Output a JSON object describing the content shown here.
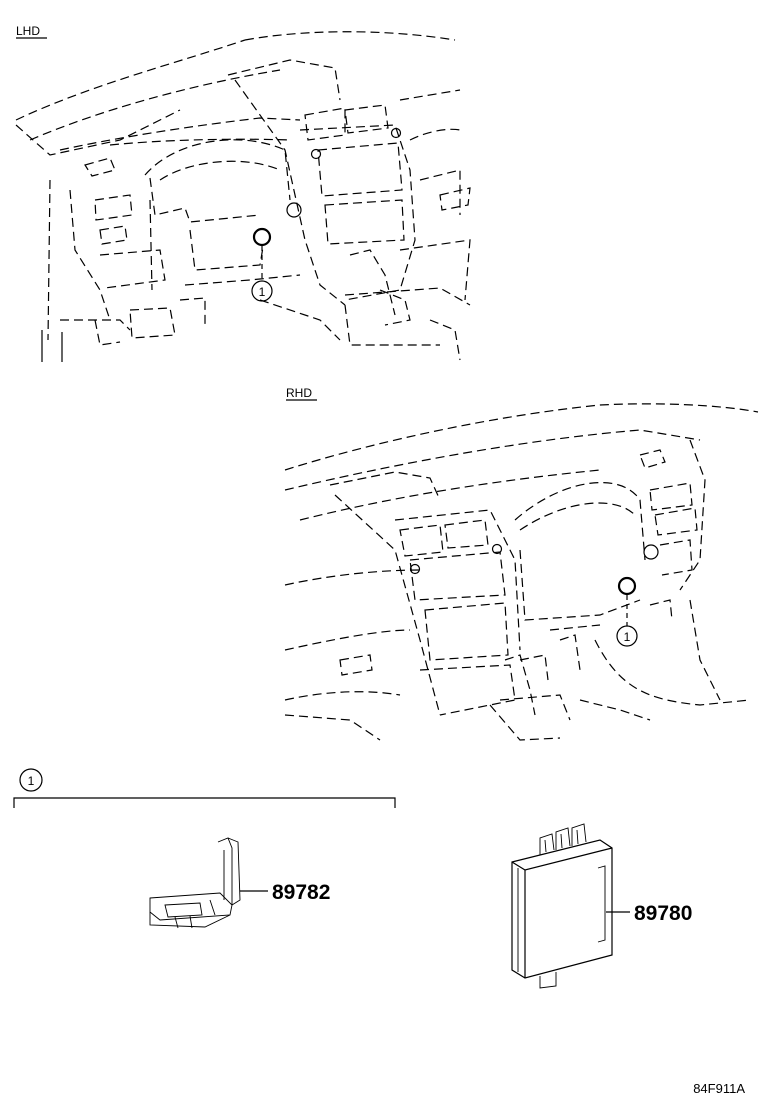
{
  "views": {
    "lhd": {
      "label": "LHD",
      "callout": "1"
    },
    "rhd": {
      "label": "RHD",
      "callout": "1"
    }
  },
  "group": {
    "callout": "1"
  },
  "parts": [
    {
      "number": "89782"
    },
    {
      "number": "89780"
    }
  ],
  "diagram_code": "84F911A"
}
